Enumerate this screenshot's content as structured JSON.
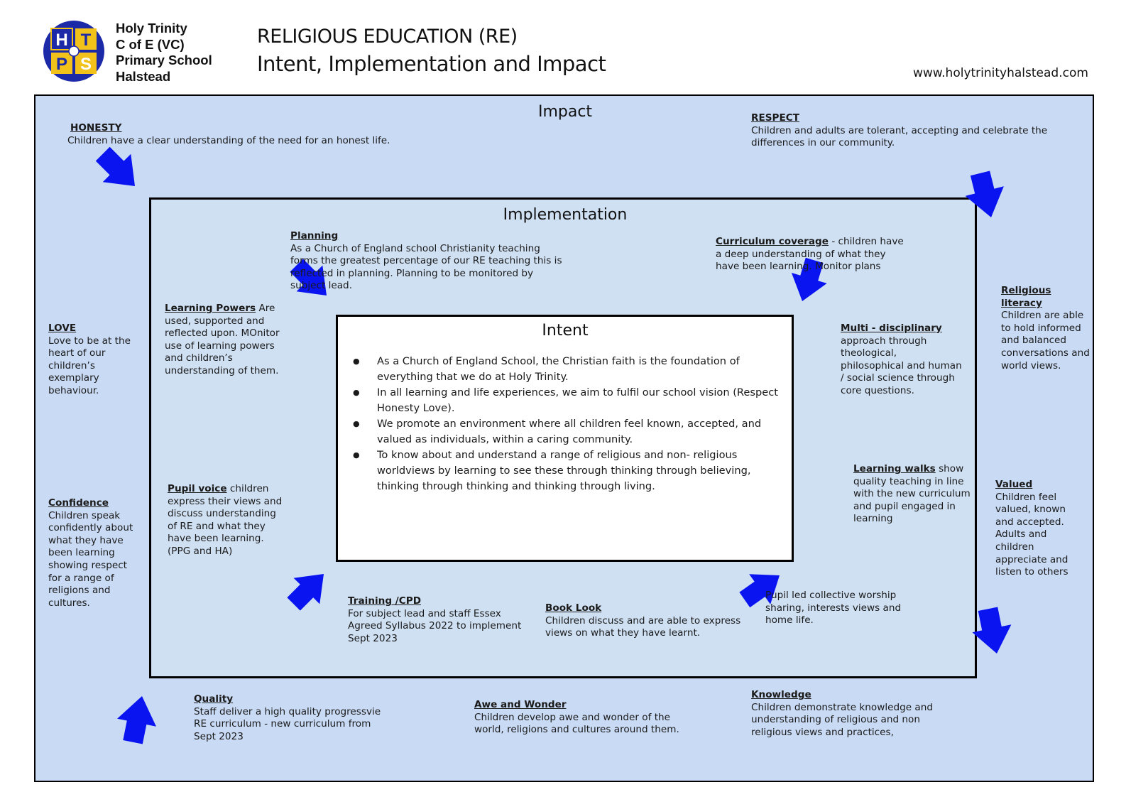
{
  "header": {
    "logo_letters": [
      "H",
      "T",
      "P",
      "S"
    ],
    "school_name_lines": [
      "Holy Trinity",
      "C of E (VC)",
      "Primary School",
      "Halstead"
    ],
    "title_line1": "RELIGIOUS EDUCATION (RE)",
    "title_line2": "Intent, Implementation and Impact",
    "website": "www.holytrinityhalstead.com"
  },
  "colors": {
    "outer_bg": "#c9daf4",
    "middle_bg": "#cfe0f3",
    "inner_bg": "#ffffff",
    "arrow": "#0a14f0",
    "logo_blue": "#1c2aa8",
    "logo_yellow": "#f2c21b"
  },
  "impact": {
    "title": "Impact",
    "items": [
      {
        "heading": "HONESTY",
        "text": "Children have a clear understanding of the need for an honest life."
      },
      {
        "heading": "RESPECT",
        "text": "Children and adults are tolerant, accepting and celebrate the differences in our community."
      },
      {
        "heading": "LOVE",
        "text": "Love to be at the heart of our children’s exemplary behaviour."
      },
      {
        "heading": "Religious literacy",
        "text": "Children are able to hold informed and balanced conversations and world views."
      },
      {
        "heading": "Confidence",
        "text": "Children speak confidently about what they have been learning showing respect for a range of religions and cultures."
      },
      {
        "heading": "Valued",
        "text": "Children feel valued, known and accepted. Adults and children appreciate and listen to others"
      },
      {
        "heading": "Quality",
        "text": "Staff deliver a high quality progressvie RE  curriculum - new curriculum from Sept 2023"
      },
      {
        "heading": "Awe and Wonder",
        "text": "Children develop awe and wonder of the world, religions and cultures around them."
      },
      {
        "heading": "Knowledge",
        "text": "Children demonstrate knowledge and understanding of religious and non religious views and practices,"
      }
    ]
  },
  "implementation": {
    "title": "Implementation",
    "items": [
      {
        "heading": "Planning",
        "text": "As a Church of England school Christianity teaching forms the greatest percentage of our RE teaching this is reflected in planning. Planning to be monitored by subject lead."
      },
      {
        "heading": "Curriculum coverage",
        "text": " - children have a deep understanding of what they have been learning.  Monitor plans"
      },
      {
        "heading": "Learning Powers",
        "text": " Are used, supported and reflected upon. MOnitor use of learning powers and children’s understanding of them."
      },
      {
        "heading": "Multi - disciplinary",
        "text": " approach through theological, philosophical and human / social science through core questions."
      },
      {
        "heading": "Pupil voice",
        "text": " children express their views and discuss understanding of RE and what they have been learning. (PPG and HA)"
      },
      {
        "heading": "Learning walks",
        "text": " show quality teaching in line with the new curriculum and pupil engaged in learning"
      },
      {
        "heading": "Training /CPD",
        "text": "For subject lead and staff  Essex Agreed Syllabus 2022 to implement Sept 2023"
      },
      {
        "heading": "Book Look",
        "text": "Children discuss and are able to express views on what they have learnt."
      },
      {
        "heading": "",
        "text": "Pupil led collective worship sharing, interests views and home life."
      }
    ]
  },
  "intent": {
    "title": "Intent",
    "bullets": [
      "As a Church of England School, the Christian faith is the foundation of everything that we do at Holy Trinity.",
      "In all learning and life experiences, we aim to fulfil our school vision (Respect Honesty Love).",
      "We promote an environment where all children feel known, accepted, and valued as individuals, within a caring community.",
      "To know about and understand a range of religious and non- religious worldviews by learning to see these through thinking through believing, thinking through thinking and thinking through living."
    ]
  }
}
